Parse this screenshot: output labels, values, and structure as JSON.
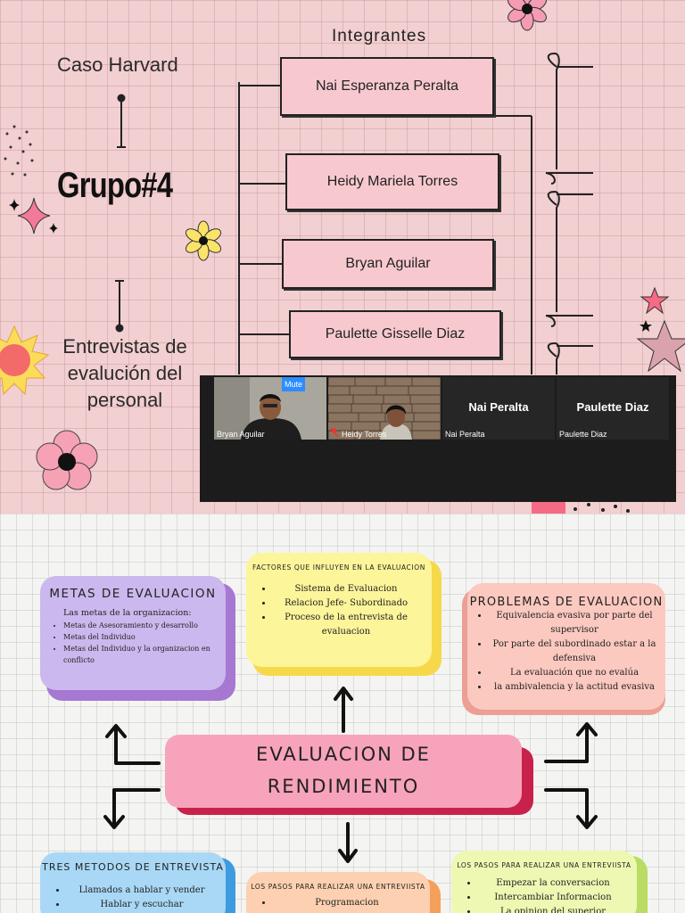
{
  "top_slide": {
    "case_title": "Caso Harvard",
    "group_title": "Grupo#4",
    "subtitle": "Entrevistas de evalución del personal",
    "members_heading": "Integrantes",
    "members": [
      "Nai Esperanza Peralta",
      "Heidy Mariela Torres",
      "Bryan Aguilar",
      "Paulette Gisselle Diaz"
    ],
    "colors": {
      "background": "#f2cfd0",
      "box": "#f7c9cf",
      "line": "#222222"
    }
  },
  "video_call": {
    "mute_label": "Mute",
    "participants": [
      {
        "label": "Bryan Aguilar"
      },
      {
        "label": "Heidy Torres"
      },
      {
        "display": "Nai Peralta",
        "label": "Nai Peralta"
      },
      {
        "display": "Paulette Diaz",
        "label": "Paulette Diaz"
      }
    ]
  },
  "mind_map": {
    "center_title_line1": "EVALUACION DE",
    "center_title_line2": "RENDIMIENTO",
    "metas": {
      "title": "METAS DE EVALUACION",
      "intro": "Las metas de la organizacion:",
      "items": [
        "Metas de Asesoramiento y desarrollo",
        "Metas del Individuo",
        "Metas del Individuo y la organizacion en conflicto"
      ]
    },
    "factores": {
      "title": "FACTORES QUE INFLUYEN EN LA EVALUACION",
      "items": [
        "Sistema de Evaluacion",
        "Relacion Jefe- Subordinado",
        "Proceso de la entrevista de evaluacion"
      ]
    },
    "problemas": {
      "title": "PROBLEMAS DE EVALUACION",
      "items": [
        "Equivalencia evasiva por parte del supervisor",
        "Por parte del subordinado estar a la defensiva",
        "La evaluación que no evalúa",
        "la ambivalencia y la actitud evasiva"
      ]
    },
    "metodos": {
      "title": "TRES METODOS DE ENTREVISTA",
      "items": [
        "Llamados a hablar y vender",
        "Hablar y escuchar"
      ]
    },
    "pasos1": {
      "title": "LOS PASOS PARA REALIZAR UNA ENTREVIISTA",
      "items": [
        "Programacion"
      ]
    },
    "pasos2": {
      "title": "LOS PASOS PARA REALIZAR UNA ENTREVIISTA",
      "items": [
        "Empezar la conversacion",
        "Intercambiar Informacion",
        "La opinion del superior"
      ]
    },
    "colors": {
      "metas": "#cbb8ee",
      "metas_shadow": "#a678d2",
      "factores": "#fdf59a",
      "factores_shadow": "#f7d84a",
      "problemas": "#fbc9bf",
      "problemas_shadow": "#eb9f95",
      "center": "#f8a3bc",
      "center_shadow": "#c8224c",
      "metodos": "#a9d8f6",
      "metodos_shadow": "#3f9bdf",
      "pasos1": "#fcd0b0",
      "pasos1_shadow": "#f5a05a",
      "pasos2": "#eef8b2",
      "pasos2_shadow": "#b8dd62"
    }
  }
}
